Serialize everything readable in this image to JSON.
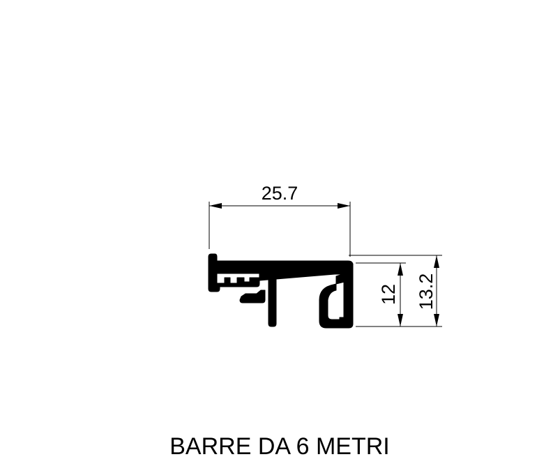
{
  "dimensions": {
    "width_label": "25.7",
    "height_inner_label": "12",
    "height_outer_label": "13.2"
  },
  "caption": "BARRE DA 6 METRI",
  "colors": {
    "ink": "#000000",
    "paper": "#ffffff"
  }
}
